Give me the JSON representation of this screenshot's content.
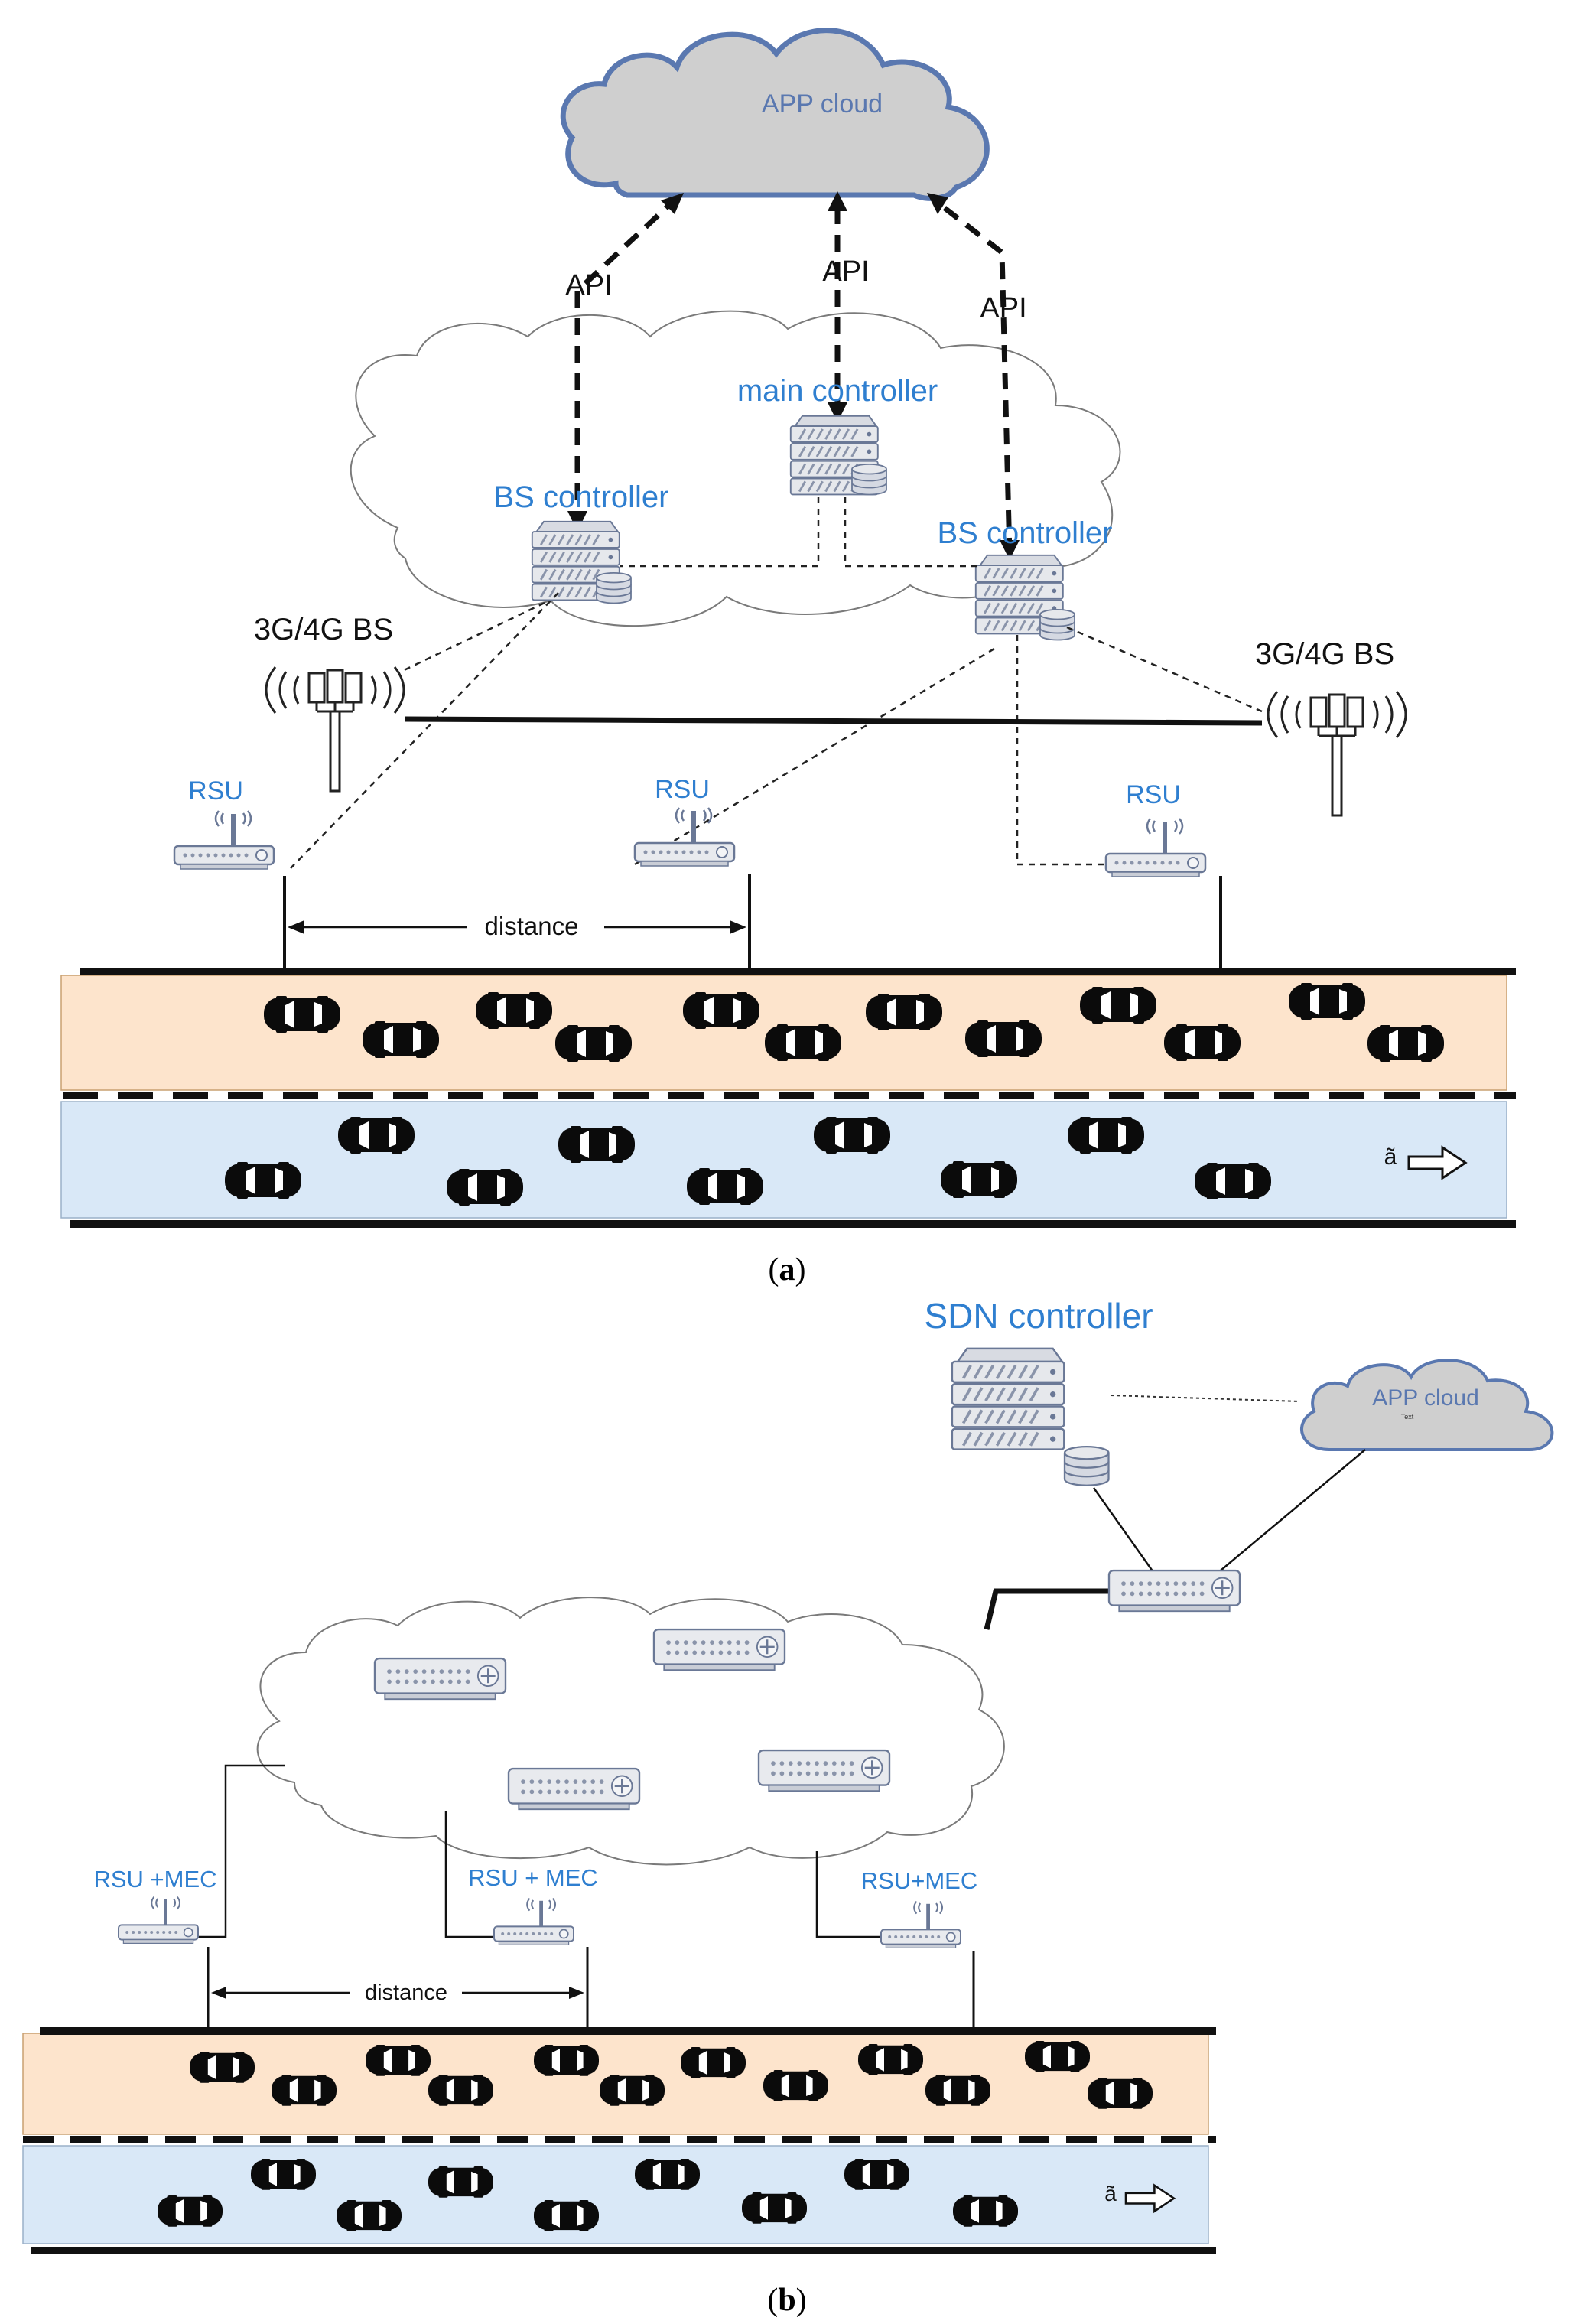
{
  "panel_a": {
    "app_cloud": "APP cloud",
    "api_labels": [
      "API",
      "API",
      "API"
    ],
    "main_controller": "main controller",
    "bs_controller_left": "BS controller",
    "bs_controller_right": "BS controller",
    "bs_left": "3G/4G BS",
    "bs_right": "3G/4G BS",
    "rsu_labels": [
      "RSU",
      "RSU",
      "RSU"
    ],
    "distance": "distance",
    "direction_glyph": "ã",
    "caption_prefix": "(",
    "caption_letter": "a",
    "caption_suffix": ")"
  },
  "panel_b": {
    "sdn_controller": "SDN controller",
    "app_cloud": "APP cloud",
    "app_cloud_small": "Text",
    "rsu_mec_labels": [
      "RSU +MEC",
      "RSU + MEC",
      "RSU+MEC"
    ],
    "distance": "distance",
    "direction_glyph": "ã",
    "caption_prefix": "(",
    "caption_letter": "b",
    "caption_suffix": ")"
  },
  "colors": {
    "label_blue": "#2f7fd0",
    "cloud_gray": "#cfcfcf",
    "cloud_outline": "#5a78b0",
    "lane_orange": "#fde4cc",
    "lane_blue": "#d9e8f7",
    "device_gray": "#e6e8ec",
    "device_outline": "#6a7896"
  },
  "icons": {
    "server": "server-stack-icon",
    "database": "database-icon",
    "router": "router-icon",
    "antenna": "antenna-icon",
    "tower": "cell-tower-icon",
    "car": "car-icon",
    "arrow": "right-arrow-icon"
  }
}
